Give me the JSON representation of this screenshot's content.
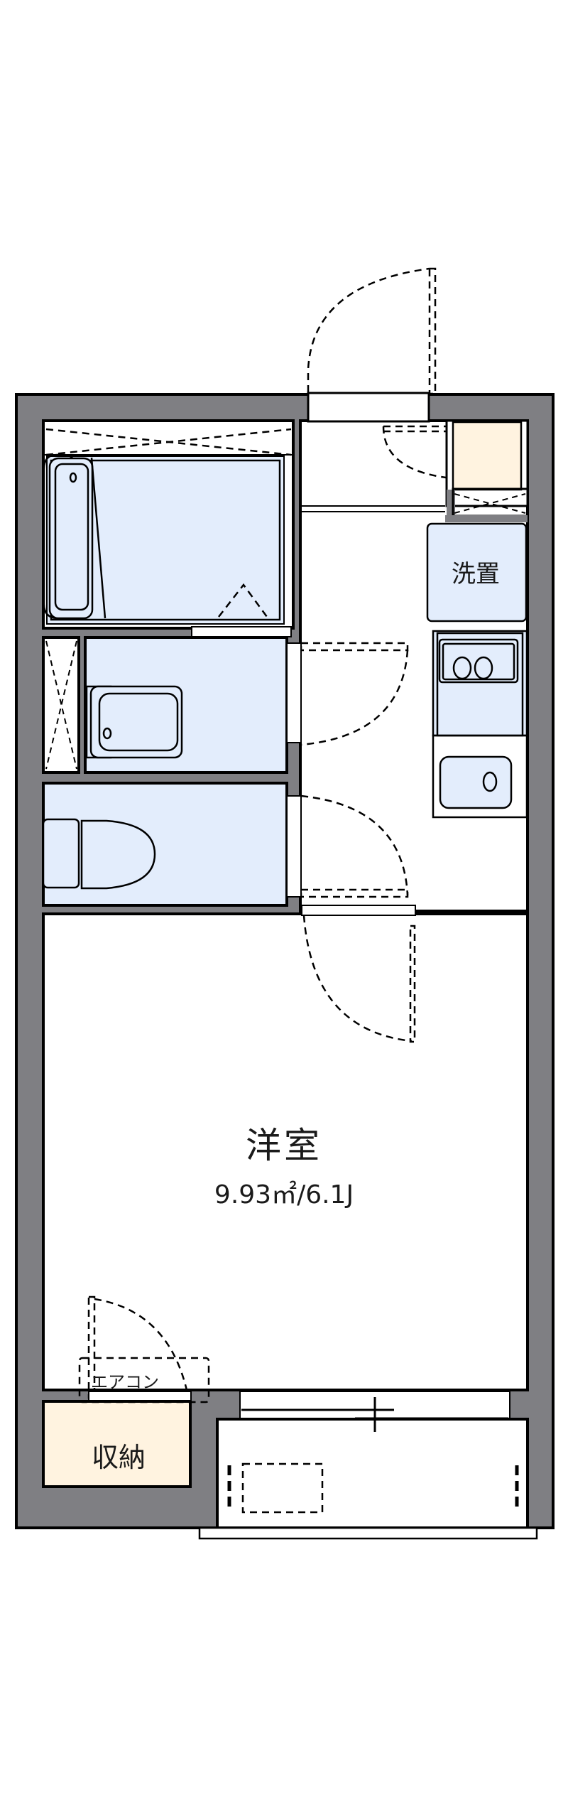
{
  "floor_plan": {
    "type": "1K apartment floor plan",
    "colors": {
      "wall": "#7f7f83",
      "wet_area": "#e3edfc",
      "storage": "#fff3e0",
      "line": "#000000",
      "background": "#ffffff"
    },
    "rooms": {
      "western_room": {
        "name": "洋室",
        "area": "9.93㎡/6.1J"
      },
      "washer_space": {
        "name": "洗置"
      },
      "air_conditioner": {
        "name": "エアコン"
      },
      "storage": {
        "name": "収納"
      }
    },
    "fixtures": [
      "bathtub",
      "washbasin",
      "toilet",
      "two-burner stove",
      "kitchen sink",
      "shoe cabinet",
      "balcony"
    ]
  }
}
